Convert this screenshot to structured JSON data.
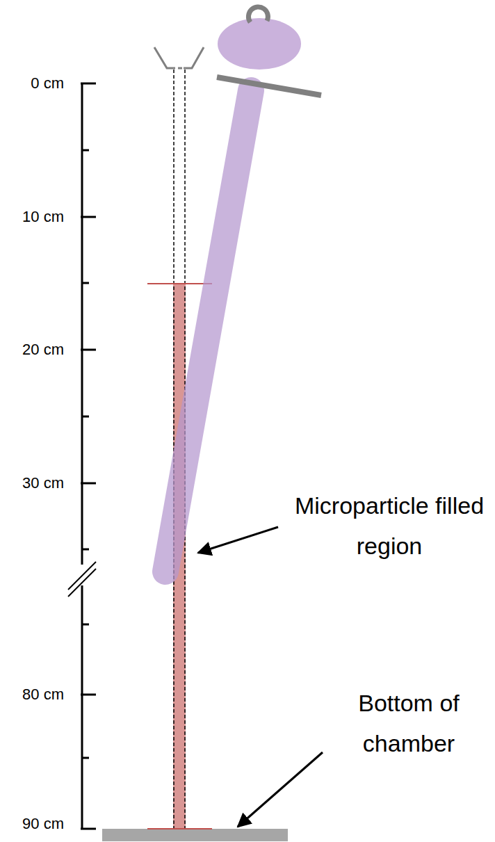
{
  "diagram": {
    "labels": [
      "0 cm",
      "10 cm",
      "20 cm",
      "30 cm",
      "80 cm",
      "90 cm",
      "Microparticle filled region",
      "Bottom of chamber"
    ]
  }
}
